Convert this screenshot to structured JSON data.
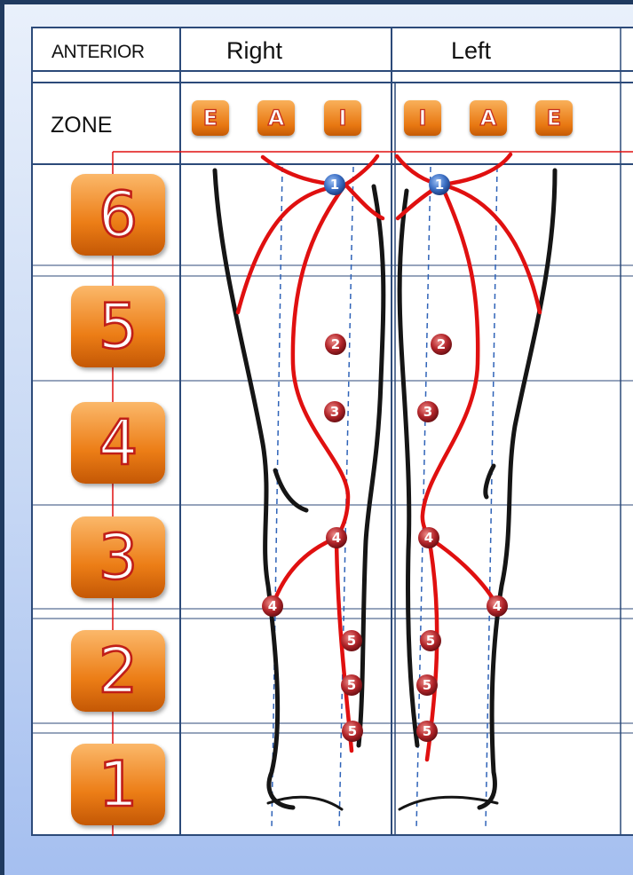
{
  "header": {
    "view_label": "ANTERIOR",
    "right_label": "Right",
    "left_label": "Left",
    "zone_label": "ZONE"
  },
  "zone_buttons": [
    "E",
    "A",
    "I",
    "I",
    "A",
    "E"
  ],
  "zone_numbers": [
    "6",
    "5",
    "4",
    "3",
    "2",
    "1"
  ],
  "markers": [
    "1",
    "1",
    "2",
    "2",
    "3",
    "3",
    "4",
    "4",
    "4",
    "4",
    "5",
    "5",
    "5",
    "5",
    "5",
    "5"
  ],
  "colors": {
    "frame": "#1f3a5f",
    "grid": "#2c4a79",
    "pathway": "#e01010",
    "marker_blue": "#3c6fc4",
    "marker_red": "#b3262b",
    "button": "#ec7d16"
  }
}
